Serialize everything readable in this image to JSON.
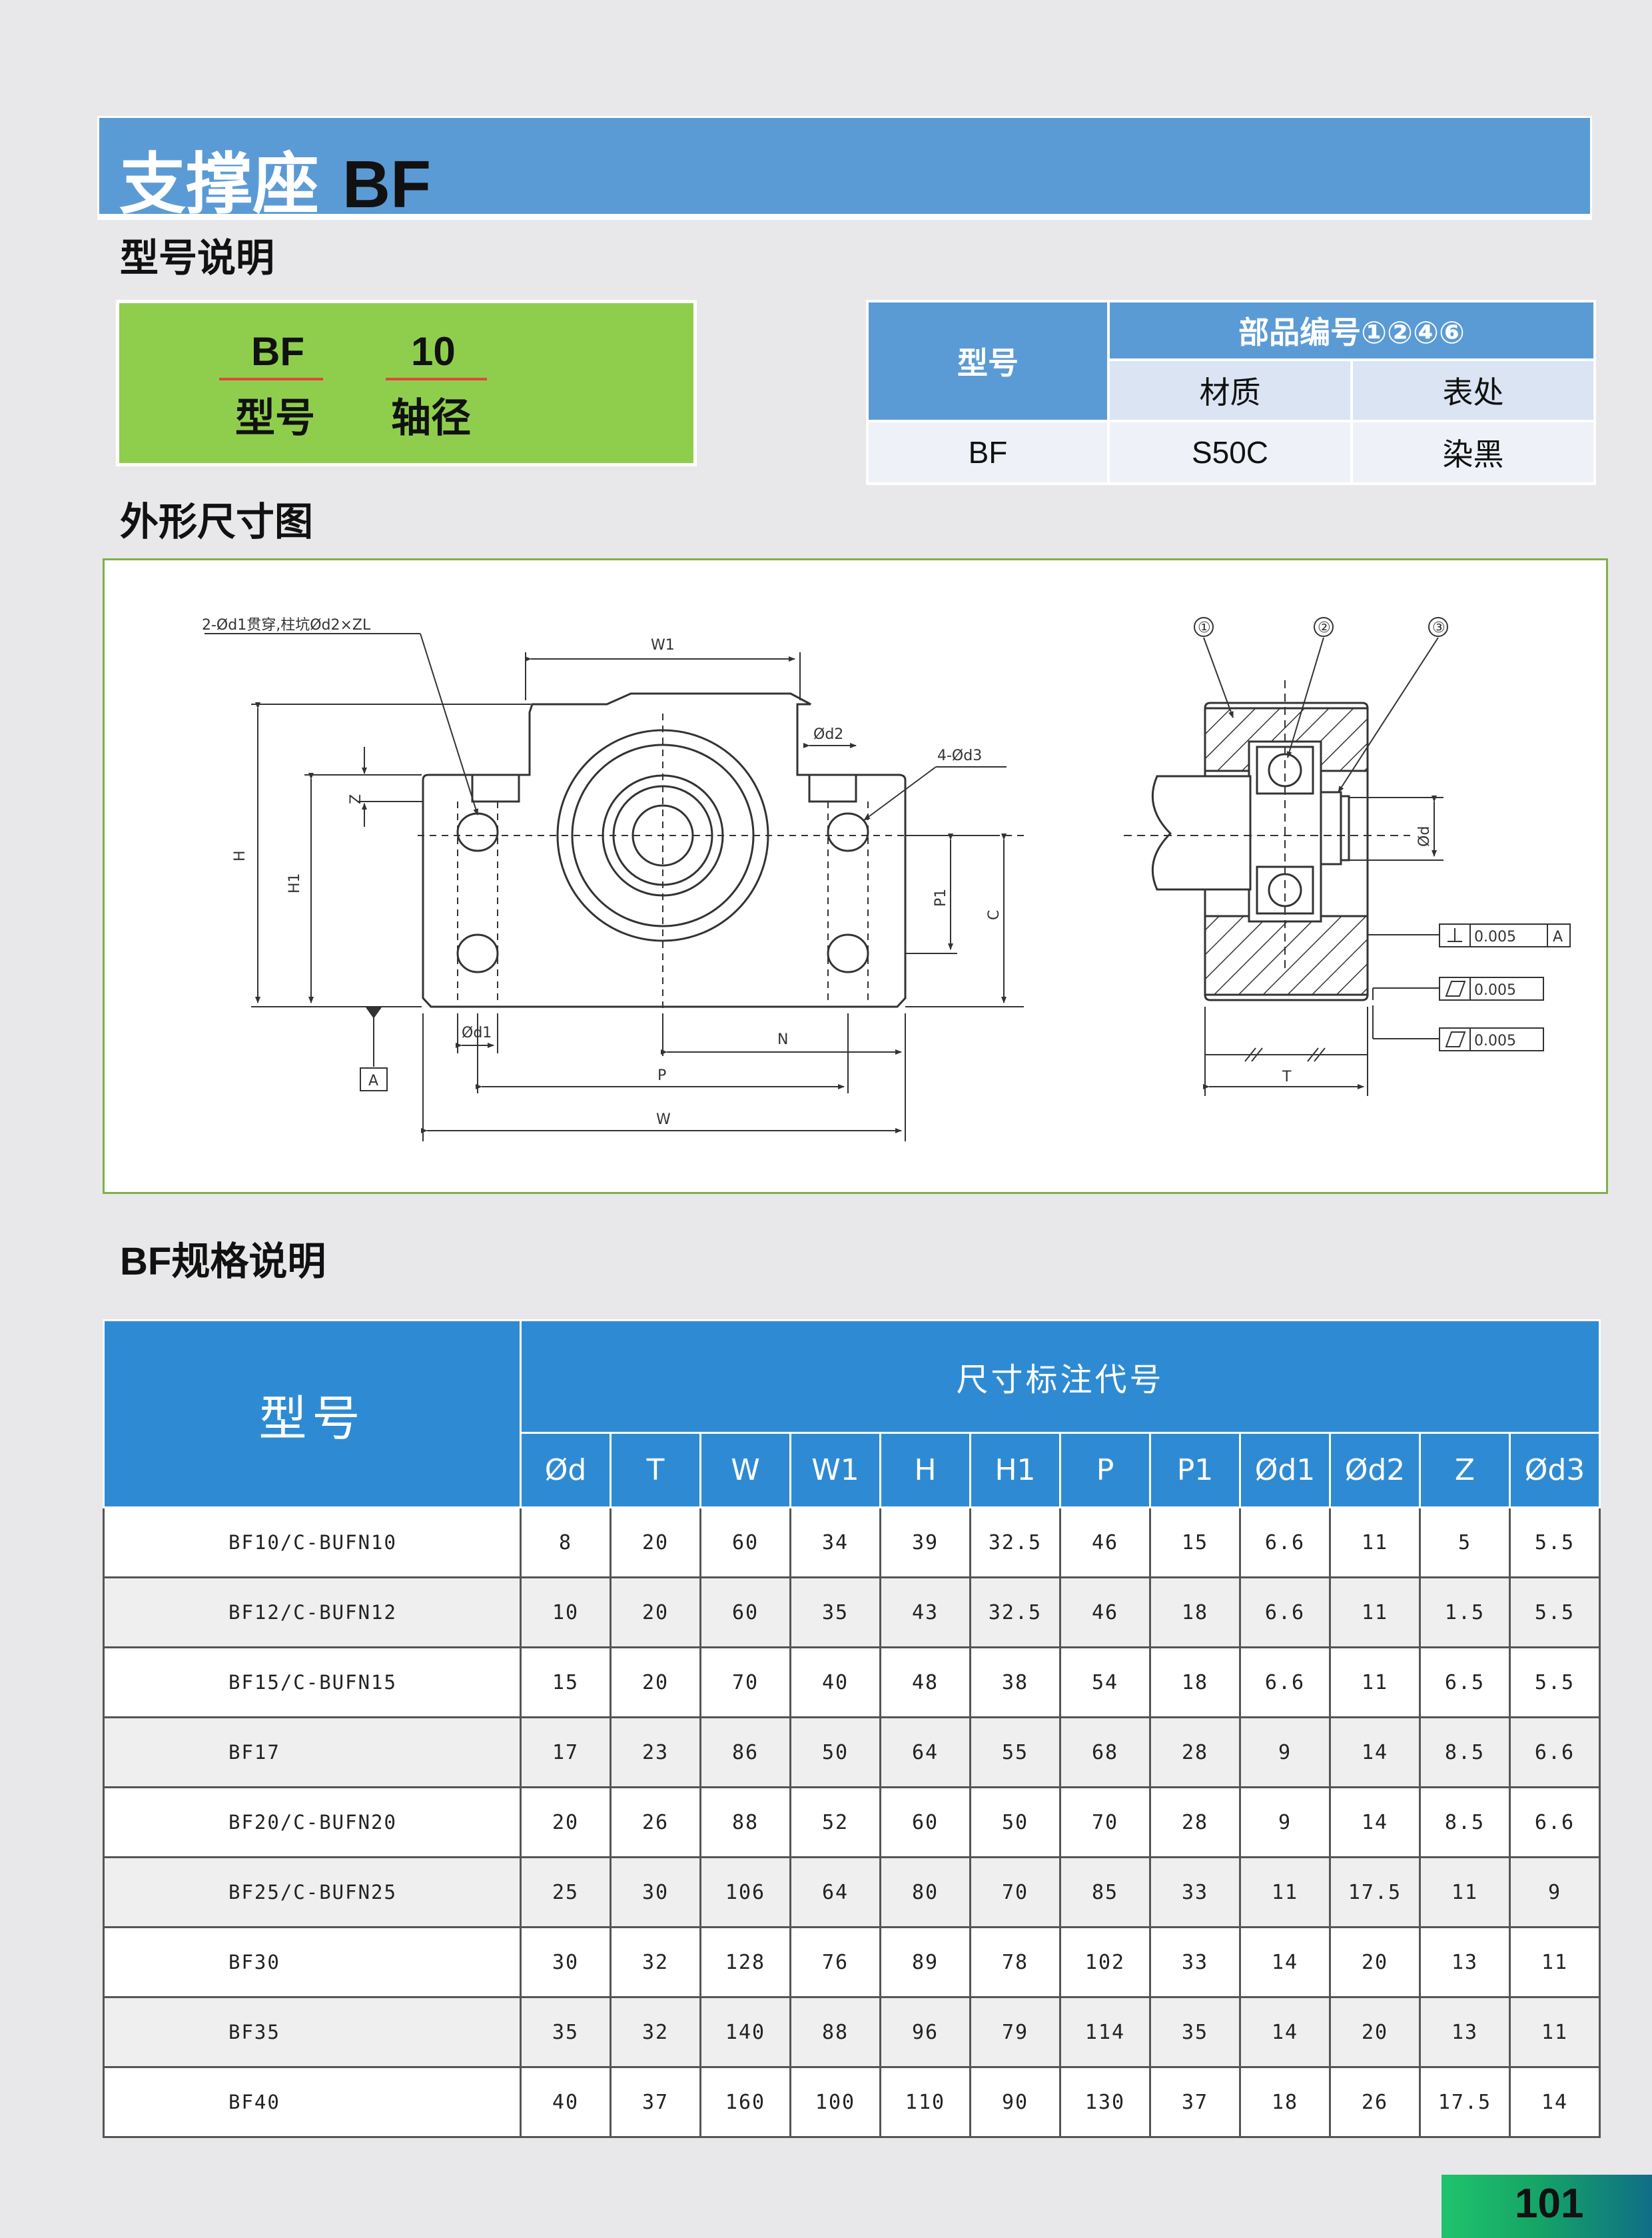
{
  "header": {
    "title_cn": "支撑座",
    "title_latin": "BF"
  },
  "sections": {
    "model_desc": "型号说明",
    "outline": "外形尺寸图",
    "spec": "BF规格说明"
  },
  "model_box": {
    "code1": "BF",
    "label1": "型号",
    "code2": "10",
    "label2": "轴径"
  },
  "parts_table": {
    "model_header": "型号",
    "group_header": "部品编号①②④⑥",
    "sub_headers": [
      "材质",
      "表处"
    ],
    "row": [
      "BF",
      "S50C",
      "染黑"
    ]
  },
  "drawing": {
    "hole_note": "2-Ød1贯穿,柱坑Ød2×ZL",
    "holes_d3": "4-Ød3",
    "callouts": [
      "①",
      "②",
      "③"
    ],
    "dims": {
      "w1": "W1",
      "d2": "Ød2",
      "z": "Z",
      "h": "H",
      "h1": "H1",
      "p1": "P1",
      "c": "C",
      "d1": "Ød1",
      "n": "N",
      "p": "P",
      "w": "W",
      "d": "Ød",
      "t": "T",
      "datum": "A"
    },
    "tolerances": [
      {
        "value": "0.005",
        "datum": "A"
      },
      {
        "value": "0.005"
      },
      {
        "value": "0.005"
      }
    ]
  },
  "spec_table": {
    "model_header": "型号",
    "group_header": "尺寸标注代号",
    "columns": [
      "Ød",
      "T",
      "W",
      "W1",
      "H",
      "H1",
      "P",
      "P1",
      "Ød1",
      "Ød2",
      "Z",
      "Ød3"
    ],
    "rows": [
      {
        "model": "BF10/C-BUFN10",
        "values": [
          "8",
          "20",
          "60",
          "34",
          "39",
          "32.5",
          "46",
          "15",
          "6.6",
          "11",
          "5",
          "5.5"
        ]
      },
      {
        "model": "BF12/C-BUFN12",
        "values": [
          "10",
          "20",
          "60",
          "35",
          "43",
          "32.5",
          "46",
          "18",
          "6.6",
          "11",
          "1.5",
          "5.5"
        ]
      },
      {
        "model": "BF15/C-BUFN15",
        "values": [
          "15",
          "20",
          "70",
          "40",
          "48",
          "38",
          "54",
          "18",
          "6.6",
          "11",
          "6.5",
          "5.5"
        ]
      },
      {
        "model": "BF17",
        "values": [
          "17",
          "23",
          "86",
          "50",
          "64",
          "55",
          "68",
          "28",
          "9",
          "14",
          "8.5",
          "6.6"
        ]
      },
      {
        "model": "BF20/C-BUFN20",
        "values": [
          "20",
          "26",
          "88",
          "52",
          "60",
          "50",
          "70",
          "28",
          "9",
          "14",
          "8.5",
          "6.6"
        ]
      },
      {
        "model": "BF25/C-BUFN25",
        "values": [
          "25",
          "30",
          "106",
          "64",
          "80",
          "70",
          "85",
          "33",
          "11",
          "17.5",
          "11",
          "9"
        ]
      },
      {
        "model": "BF30",
        "values": [
          "30",
          "32",
          "128",
          "76",
          "89",
          "78",
          "102",
          "33",
          "14",
          "20",
          "13",
          "11"
        ]
      },
      {
        "model": "BF35",
        "values": [
          "35",
          "32",
          "140",
          "88",
          "96",
          "79",
          "114",
          "35",
          "14",
          "20",
          "13",
          "11"
        ]
      },
      {
        "model": "BF40",
        "values": [
          "40",
          "37",
          "160",
          "100",
          "110",
          "90",
          "130",
          "37",
          "18",
          "26",
          "17.5",
          "14"
        ]
      }
    ]
  },
  "page_number": "101"
}
